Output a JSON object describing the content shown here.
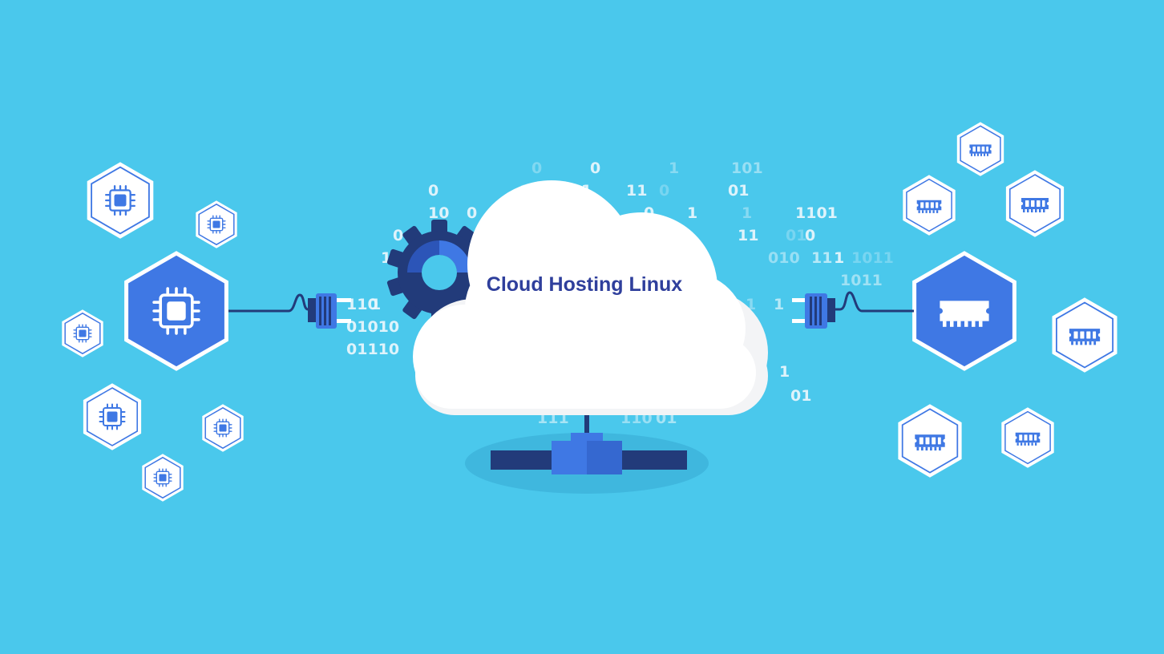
{
  "banner": {
    "title": "Cloud Hosting Linux"
  },
  "colors": {
    "background": "#4ac8ec",
    "hex_blue": "#3f78e4",
    "navy": "#223b7a",
    "cloud": "#ffffff",
    "title": "#2f3f9c",
    "binary": "#e6f6fc"
  },
  "icons": {
    "left_cluster": [
      "cpu-chip-icon"
    ],
    "right_cluster": [
      "ram-module-icon"
    ],
    "center": [
      "gear-icon",
      "cloud-icon",
      "plug-icon",
      "server-base-icon"
    ]
  },
  "binary_digits": [
    {
      "text": "0",
      "op": 0.35
    },
    {
      "text": "0",
      "op": 0.95
    },
    {
      "text": "1",
      "op": 0.4
    },
    {
      "text": "101",
      "op": 0.5
    },
    {
      "text": "0",
      "op": 0.95
    },
    {
      "text": "10",
      "op": 0.25
    },
    {
      "text": "1",
      "op": 0.95
    },
    {
      "text": "11",
      "op": 0.95
    },
    {
      "text": "0",
      "op": 0.3
    },
    {
      "text": "01",
      "op": 0.95
    },
    {
      "text": "10",
      "op": 0.95
    },
    {
      "text": "0",
      "op": 0.95
    },
    {
      "text": "0",
      "op": 0.4
    },
    {
      "text": "0",
      "op": 0.95
    },
    {
      "text": "1",
      "op": 0.95
    },
    {
      "text": "1",
      "op": 0.4
    },
    {
      "text": "1101",
      "op": 0.95
    },
    {
      "text": "0",
      "op": 0.95
    },
    {
      "text": "0",
      "op": 0.95
    },
    {
      "text": "11",
      "op": 0.95
    },
    {
      "text": "01",
      "op": 0.3
    },
    {
      "text": "0",
      "op": 0.95
    },
    {
      "text": "11",
      "op": 0.95
    },
    {
      "text": "010",
      "op": 0.5
    },
    {
      "text": "11",
      "op": 0.7
    },
    {
      "text": "1",
      "op": 0.95
    },
    {
      "text": "1011",
      "op": 0.3
    },
    {
      "text": "1011",
      "op": 0.55
    },
    {
      "text": "110",
      "op": 0.95
    },
    {
      "text": "1",
      "op": 0.95
    },
    {
      "text": "1",
      "op": 0.4
    },
    {
      "text": "1",
      "op": 0.7
    },
    {
      "text": "01010",
      "op": 0.95
    },
    {
      "text": "01110",
      "op": 0.95
    },
    {
      "text": "1",
      "op": 0.95
    },
    {
      "text": "01",
      "op": 0.95
    },
    {
      "text": "111",
      "op": 0.6
    },
    {
      "text": "110",
      "op": 0.5
    },
    {
      "text": "01",
      "op": 0.6
    }
  ]
}
